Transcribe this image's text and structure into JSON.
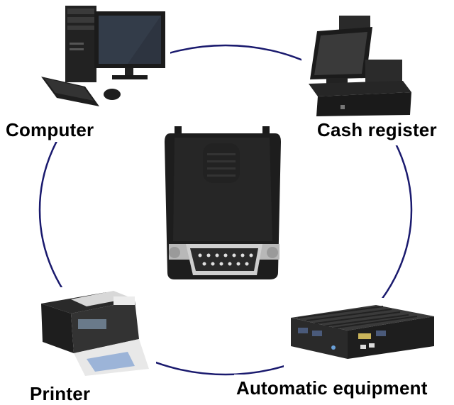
{
  "diagram": {
    "nodes": [
      {
        "id": "computer",
        "label": "Computer",
        "icon": "desktop-computer-icon"
      },
      {
        "id": "cash_register",
        "label": "Cash register",
        "icon": "cash-register-icon"
      },
      {
        "id": "printer",
        "label": "Printer",
        "icon": "printer-icon"
      },
      {
        "id": "automatic_equipment",
        "label": "Automatic equipment",
        "icon": "industrial-pc-icon"
      }
    ],
    "center": {
      "icon": "db15-serial-adapter-icon"
    },
    "colors": {
      "ring": "#1a1a6e",
      "label": "#000000",
      "background": "#ffffff"
    }
  }
}
